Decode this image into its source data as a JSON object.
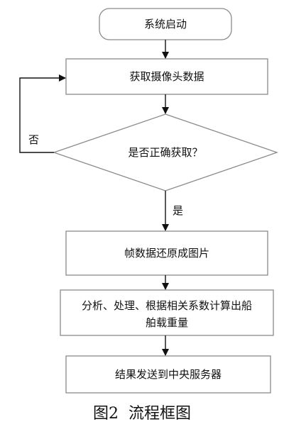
{
  "nodes": {
    "start": "系统启动",
    "capture": "获取摄像头数据",
    "decision": "是否正确获取？",
    "restore": "帧数据还原成图片",
    "analyze_line1": "分析、处理、根据相关系数计算出船",
    "analyze_line2": "舶载重量",
    "send": "结果发送到中央服务器"
  },
  "branches": {
    "no": "否",
    "yes": "是"
  },
  "caption": "图2  流程框图",
  "colors": {
    "box_stroke": "#8a8a8a",
    "arrow": "#111111",
    "text": "#111111"
  }
}
